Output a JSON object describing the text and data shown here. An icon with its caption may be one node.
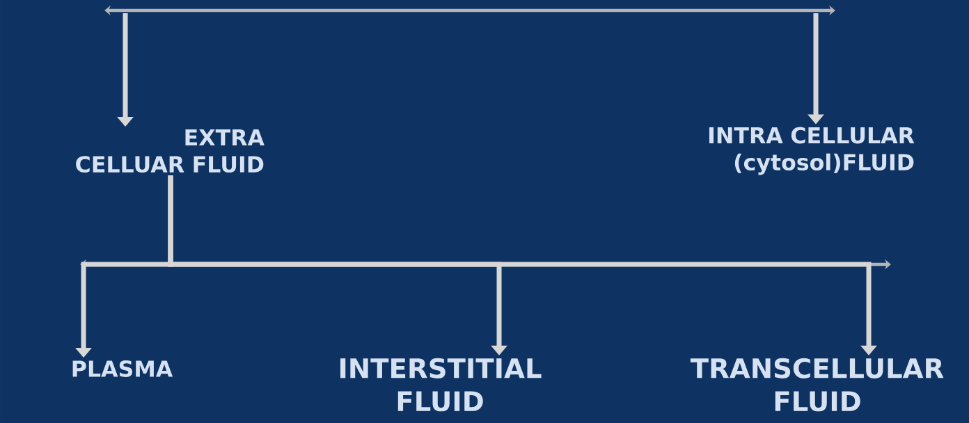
{
  "diagram": {
    "nodes": [
      {
        "text": [
          "EXTRA CELLUAR FLUID"
        ]
      },
      {
        "text": [
          "INTRA CELLULAR (cytosol)FLUID"
        ]
      },
      {
        "text": [
          "PLASMA"
        ]
      },
      {
        "text": [
          "INTERSTITIAL FLUID"
        ]
      },
      {
        "text": [
          "TRANSCELLULAR FLUID"
        ]
      }
    ],
    "edges": [
      {
        "from": null,
        "to": 0,
        "arrow": "to"
      },
      {
        "from": null,
        "to": 1,
        "arrow": "to"
      },
      {
        "from": 0,
        "to": 2,
        "arrow": "to"
      },
      {
        "from": 0,
        "to": 3,
        "arrow": "to"
      },
      {
        "from": 0,
        "to": 4,
        "arrow": "to"
      }
    ]
  }
}
